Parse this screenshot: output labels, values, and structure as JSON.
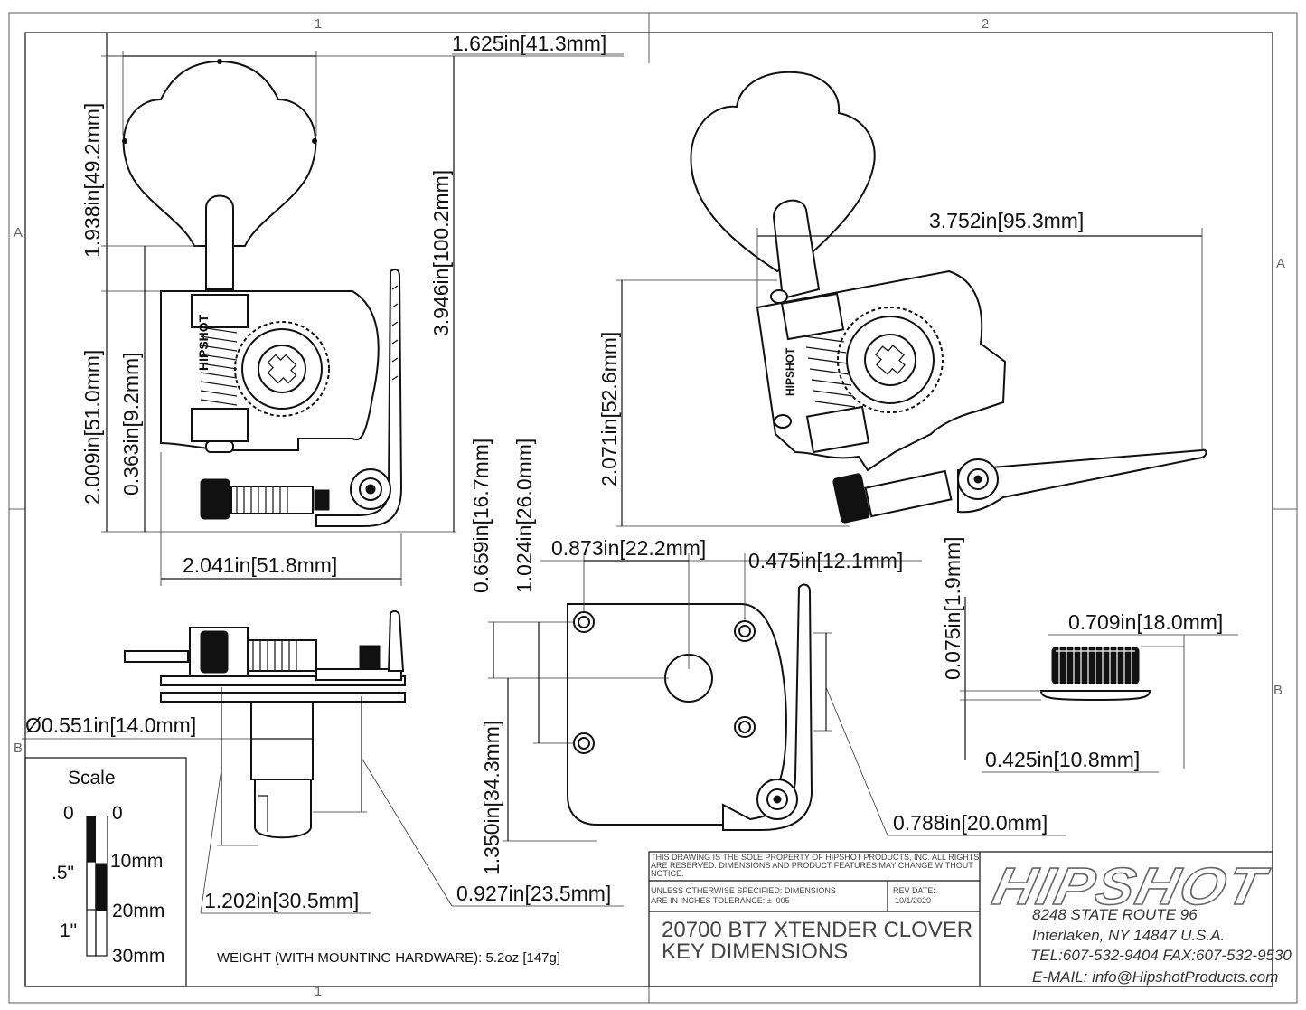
{
  "drawing": {
    "zone_labels": {
      "col1": "1",
      "col2": "2",
      "rowA": "A",
      "rowB": "B"
    },
    "dimensions": {
      "top_width": "1.625in[41.3mm]",
      "button_height": "1.938in[49.2mm]",
      "overall_height": "3.946in[100.2mm]",
      "plate_height": "2.009in[51.0mm]",
      "post_offset": "0.363in[9.2mm]",
      "plate_width": "2.041in[51.8mm]",
      "iso_length": "3.752in[95.3mm]",
      "iso_height": "2.071in[52.6mm]",
      "post_diameter": "Ø0.551in[14.0mm]",
      "post_length": "1.202in[30.5mm]",
      "post_height": "0.927in[23.5mm]",
      "hole_v1": "0.659in[16.7mm]",
      "hole_v2": "1.024in[26.0mm]",
      "hole_v3": "1.350in[34.3mm]",
      "hole_h1": "0.873in[22.2mm]",
      "hole_h2": "0.475in[12.1mm]",
      "lever_len": "0.788in[20.0mm]",
      "bushing_dia": "0.709in[18.0mm]",
      "bushing_flange": "0.075in[1.9mm]",
      "bushing_height": "0.425in[10.8mm]"
    },
    "scale": {
      "title": "Scale",
      "labels_in": [
        "0",
        ".5\"",
        "1\""
      ],
      "labels_mm": [
        "0",
        "10mm",
        "20mm",
        "30mm"
      ]
    },
    "weight_note": "WEIGHT (WITH MOUNTING HARDWARE): 5.2oz [147g]",
    "brand_mark": "HIPSHOT"
  },
  "title_block": {
    "property_notice": [
      "THIS DRAWING IS THE SOLE PROPERTY OF HIPSHOT PRODUCTS, INC. ALL RIGHTS",
      "ARE RESERVED. DIMENSIONS AND PRODUCT FEATURES MAY CHANGE WITHOUT",
      "NOTICE."
    ],
    "tolerance_note": [
      "UNLESS OTHERWISE SPECIFIED: DIMENSIONS",
      "ARE IN INCHES TOLERANCE: ± .005"
    ],
    "rev_label": "REV DATE:",
    "rev_date": "10/1/2020",
    "title_line1": "20700 BT7 XTENDER CLOVER",
    "title_line2": "KEY DIMENSIONS",
    "company_logo": "HIPSHOT",
    "address": [
      "8248 STATE ROUTE 96",
      "Interlaken, NY 14847 U.S.A.",
      "TEL:607-532-9404 FAX:607-532-9530",
      "E-MAIL: info@HipshotProducts.com"
    ]
  }
}
